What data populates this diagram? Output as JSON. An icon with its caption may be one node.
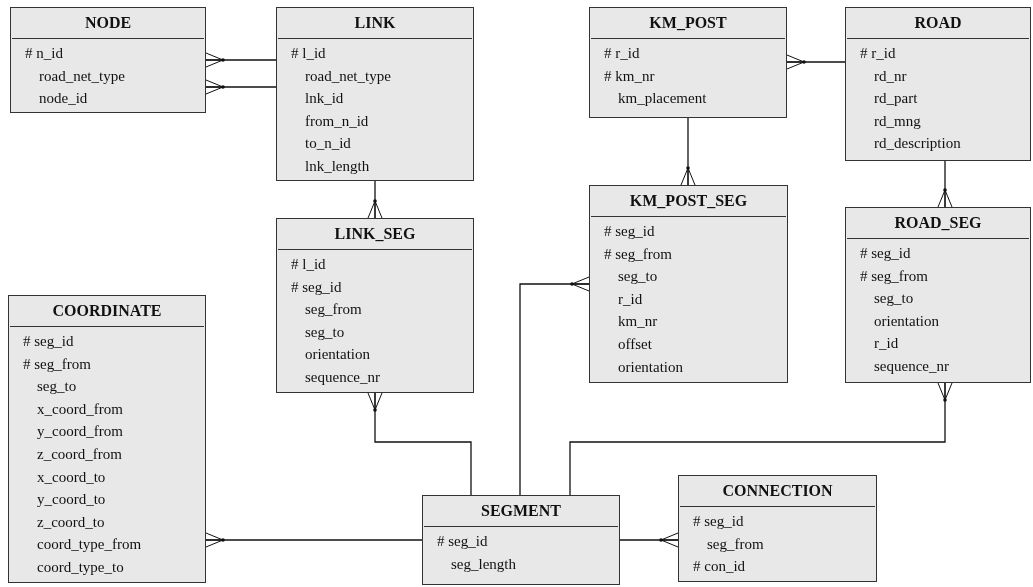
{
  "diagram": {
    "nodes": [
      {
        "text": [
          "NODE",
          "# n_id",
          "road_net_type",
          "node_id"
        ]
      },
      {
        "text": [
          "LINK",
          "# l_id",
          "road_net_type",
          "lnk_id",
          "from_n_id",
          "to_n_id",
          "lnk_length"
        ]
      },
      {
        "text": [
          "KM_POST",
          "# r_id",
          "# km_nr",
          "km_placement"
        ]
      },
      {
        "text": [
          "ROAD",
          "# r_id",
          "rd_nr",
          "rd_part",
          "rd_mng",
          "rd_description"
        ]
      },
      {
        "text": [
          "LINK_SEG",
          "# l_id",
          "# seg_id",
          "seg_from",
          "seg_to",
          "orientation",
          "sequence_nr"
        ]
      },
      {
        "text": [
          "KM_POST_SEG",
          "# seg_id",
          "# seg_from",
          "seg_to",
          "r_id",
          "km_nr",
          "offset",
          "orientation"
        ]
      },
      {
        "text": [
          "ROAD_SEG",
          "# seg_id",
          "# seg_from",
          "seg_to",
          "orientation",
          "r_id",
          "sequence_nr"
        ]
      },
      {
        "text": [
          "COORDINATE",
          "# seg_id",
          "# seg_from",
          "seg_to",
          "x_coord_from",
          "y_coord_from",
          "z_coord_from",
          "x_coord_to",
          "y_coord_to",
          "z_coord_to",
          "coord_type_from",
          "coord_type_to"
        ]
      },
      {
        "text": [
          "SEGMENT",
          "# seg_id",
          "seg_length"
        ]
      },
      {
        "text": [
          "CONNECTION",
          "# seg_id",
          "seg_from",
          "# con_id"
        ]
      }
    ],
    "edges": [
      {
        "from": 1,
        "to": 0,
        "arrow": "other"
      },
      {
        "from": 1,
        "to": 0,
        "arrow": "other"
      },
      {
        "from": 3,
        "to": 2,
        "arrow": "other"
      },
      {
        "from": 1,
        "to": 4,
        "arrow": "other"
      },
      {
        "from": 2,
        "to": 5,
        "arrow": "other"
      },
      {
        "from": 3,
        "to": 6,
        "arrow": "other"
      },
      {
        "from": 8,
        "to": 4,
        "arrow": "other"
      },
      {
        "from": 8,
        "to": 5,
        "arrow": "other"
      },
      {
        "from": 8,
        "to": 6,
        "arrow": "other"
      },
      {
        "from": 8,
        "to": 7,
        "arrow": "other"
      },
      {
        "from": 8,
        "to": 9,
        "arrow": "other"
      }
    ]
  }
}
